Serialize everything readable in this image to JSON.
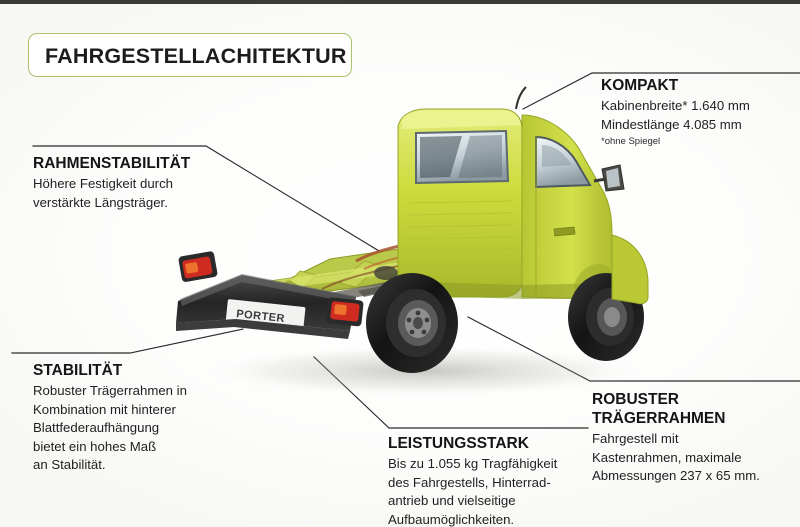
{
  "title": {
    "label": "FAHRGESTELLACHITEKTUR"
  },
  "colors": {
    "title_border": "#a9c36a",
    "vehicle_body": "#ccdb3a",
    "vehicle_body_dark": "#a8b82c",
    "vehicle_body_light": "#e2ec7a",
    "chassis_frame": "#b9c94a",
    "bumper": "#2b2b2b",
    "tail_light": "#cf2b20",
    "tyre": "#1c1c1c",
    "glass": "#dfe6ea",
    "leader_line": "#2b2b2b",
    "top_band": "#3a3a38",
    "text": "#1a1a1a"
  },
  "callouts": [
    {
      "id": "kompakt",
      "heading": "KOMPAKT",
      "body": "Kabinenbreite* 1.640 mm\nMindestlänge 4.085 mm",
      "note": "*ohne Spiegel"
    },
    {
      "id": "rahmenstabilitaet",
      "heading": "RAHMENSTABILITÄT",
      "body": "Höhere Festigkeit durch\nverstärkte Längsträger.",
      "note": ""
    },
    {
      "id": "stabilitaet",
      "heading": "STABILITÄT",
      "body": "Robuster Trägerrahmen in\nKombination mit hinterer\nBlattfederaufhängung\nbietet ein hohes Maß\nan Stabilität.",
      "note": ""
    },
    {
      "id": "leistungsstark",
      "heading": "LEISTUNGSSTARK",
      "body": "Bis zu 1.055 kg Tragfähigkeit\ndes Fahrgestells, Hinterrad-\nantrieb und vielseitige\nAufbaumöglichkeiten.",
      "note": ""
    },
    {
      "id": "robuster-traegerrahmen",
      "heading": "ROBUSTER\nTRÄGERRAHMEN",
      "body": "Fahrgestell mit\nKastenrahmen, maximale\nAbmessungen 237 x 65 mm.",
      "note": ""
    }
  ],
  "vehicle": {
    "alt_label": "Kleintransporter Fahrgestell Heckansicht",
    "plate_text": "PORTER"
  }
}
